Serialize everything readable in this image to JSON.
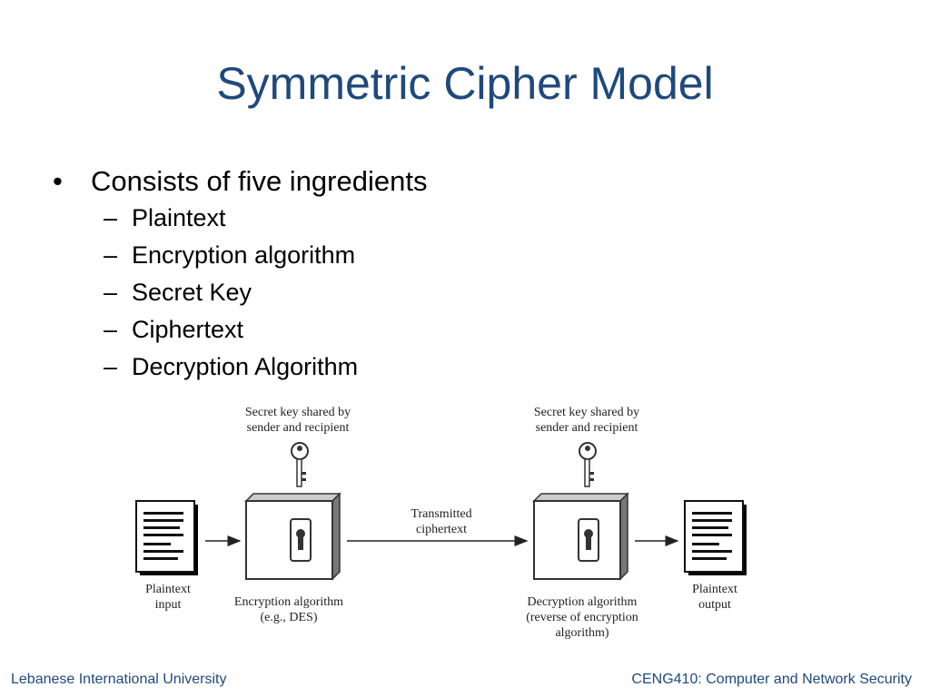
{
  "slide": {
    "title": "Symmetric Cipher Model",
    "bullet": "Consists of five ingredients",
    "sub_items": [
      "Plaintext",
      "Encryption algorithm",
      "Secret Key",
      "Ciphertext",
      "Decryption Algorithm"
    ]
  },
  "diagram": {
    "key_label_left_1": "Secret key shared by",
    "key_label_left_2": "sender and recipient",
    "key_label_right_1": "Secret key shared by",
    "key_label_right_2": "sender and recipient",
    "transmitted_1": "Transmitted",
    "transmitted_2": "ciphertext",
    "plaintext_input_1": "Plaintext",
    "plaintext_input_2": "input",
    "encryption_1": "Encryption algorithm",
    "encryption_2": "(e.g., DES)",
    "decryption_1": "Decryption algorithm",
    "decryption_2": "(reverse of encryption",
    "decryption_3": "algorithm)",
    "plaintext_output_1": "Plaintext",
    "plaintext_output_2": "output"
  },
  "footer": {
    "left": "Lebanese International University",
    "right": "CENG410: Computer and Network Security"
  }
}
